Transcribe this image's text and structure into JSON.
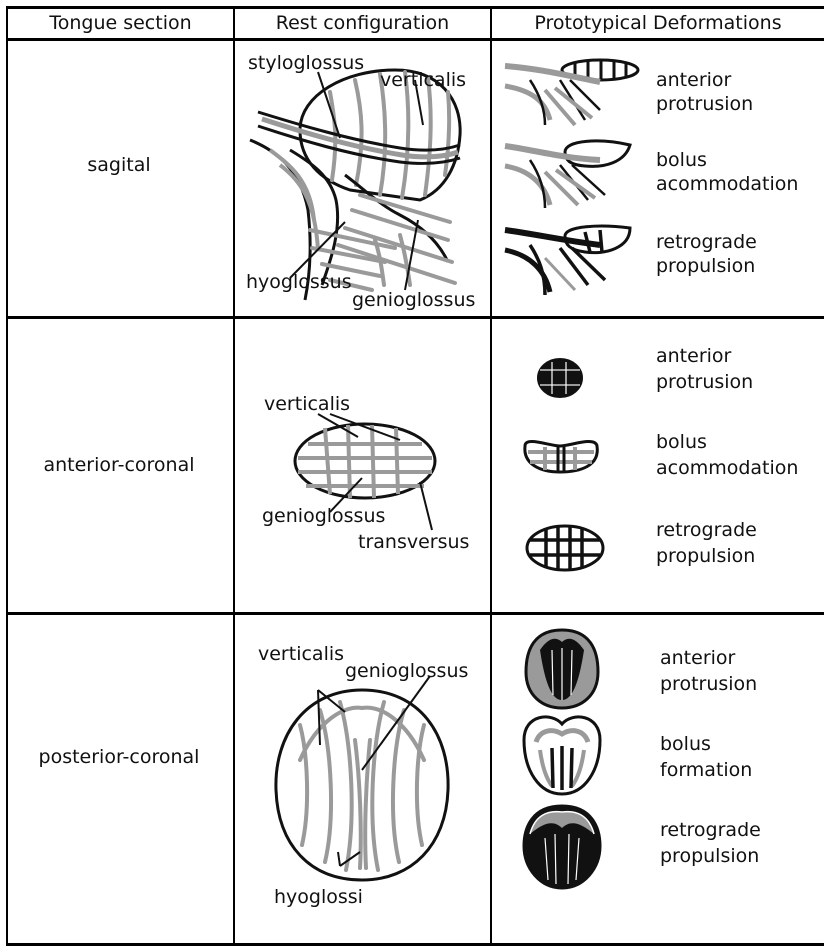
{
  "table": {
    "headers": {
      "section": "Tongue section",
      "rest": "Rest configuration",
      "deformations": "Prototypical Deformations"
    },
    "rows": [
      {
        "section": "sagital",
        "rest_labels": {
          "styloglossus": "styloglossus",
          "verticalis": "verticalis",
          "hyoglossus": "hyoglossus",
          "genioglossus": "genioglossus"
        },
        "deformations": [
          {
            "line1": "anterior",
            "line2": "protrusion"
          },
          {
            "line1": "bolus",
            "line2": "acommodation"
          },
          {
            "line1": "retrograde",
            "line2": "propulsion"
          }
        ]
      },
      {
        "section": "anterior-coronal",
        "rest_labels": {
          "verticalis": "verticalis",
          "genioglossus": "genioglossus",
          "transversus": "transversus"
        },
        "deformations": [
          {
            "line1": "anterior",
            "line2": "protrusion"
          },
          {
            "line1": "bolus",
            "line2": "acommodation"
          },
          {
            "line1": "retrograde",
            "line2": "propulsion"
          }
        ]
      },
      {
        "section": "posterior-coronal",
        "rest_labels": {
          "verticalis": "verticalis",
          "genioglossus": "genioglossus",
          "hyoglossi": "hyoglossi"
        },
        "deformations": [
          {
            "line1": "anterior",
            "line2": "protrusion"
          },
          {
            "line1": "bolus",
            "line2": "formation"
          },
          {
            "line1": "retrograde",
            "line2": "propulsion"
          }
        ]
      }
    ]
  },
  "colors": {
    "ink": "#111111",
    "fiber_gray": "#9a9a9a",
    "fiber_dark": "#1a1a1a",
    "background": "#ffffff"
  }
}
